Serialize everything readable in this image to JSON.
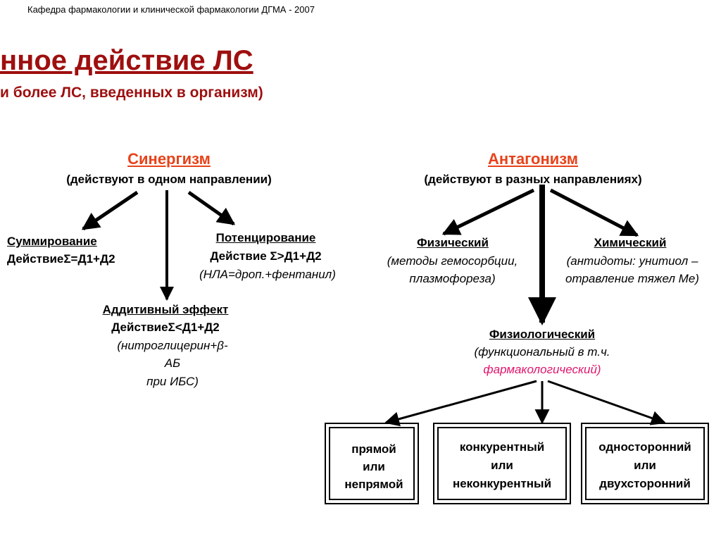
{
  "header": {
    "dept": "Кафедра фармакологии и клинической фармакологии ДГМА - 2007"
  },
  "title": {
    "line1": "нное действие ЛС",
    "line2": "и более ЛС, введенных в организм)"
  },
  "synergy": {
    "heading": "Синергизм",
    "subtitle": "(действуют в одном направлении)",
    "sum": {
      "title": "Суммирование",
      "formula": "ДействиеΣ=Д1+Д2"
    },
    "potent": {
      "title": "Потенцирование",
      "formula": "Действие Σ>Д1+Д2",
      "example": "(НЛА=дроп.+фентанил)"
    },
    "additive": {
      "title": "Аддитивный эффект",
      "formula": "ДействиеΣ<Д1+Д2",
      "ex1": "(нитроглицерин+β-",
      "ex2": "АБ",
      "ex3": "при ИБС)"
    }
  },
  "antagonism": {
    "heading": "Антагонизм",
    "subtitle": "(действуют в разных направлениях)",
    "physical": {
      "title": "Физический",
      "l1": "(методы гемосорбции,",
      "l2": "плазмофореза)"
    },
    "chemical": {
      "title": "Химический",
      "l1": "(антидоты: унитиол –",
      "l2": "отравление тяжел Ме)"
    },
    "physio": {
      "title": "Физиологический",
      "l1": "(функциональный в т.ч.",
      "l2": "фармакологический)"
    }
  },
  "boxes": [
    {
      "l1": "прямой",
      "l2": "или",
      "l3": "непрямой"
    },
    {
      "l1": "конкурентный",
      "l2": "или",
      "l3": "неконкурентный"
    },
    {
      "l1": "односторонний",
      "l2": "или",
      "l3": "двухсторонний"
    }
  ],
  "colors": {
    "title": "#9e0f0f",
    "heading": "#e8421a",
    "pharm": "#e0156d"
  }
}
